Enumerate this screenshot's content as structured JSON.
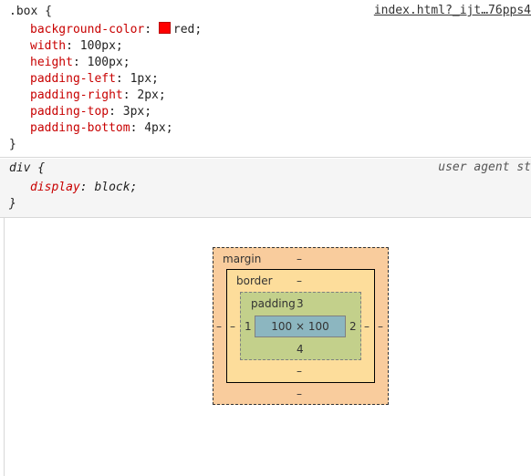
{
  "rule_box": {
    "selector": ".box {",
    "source": "index.html?_ijt…76pps4",
    "declarations": [
      {
        "prop": "background-color",
        "val": "red;",
        "swatch": "#ff0000"
      },
      {
        "prop": "width",
        "val": "100px;"
      },
      {
        "prop": "height",
        "val": "100px;"
      },
      {
        "prop": "padding-left",
        "val": "1px;"
      },
      {
        "prop": "padding-right",
        "val": "2px;"
      },
      {
        "prop": "padding-top",
        "val": "3px;"
      },
      {
        "prop": "padding-bottom",
        "val": "4px;"
      }
    ],
    "close": "}"
  },
  "rule_ua": {
    "selector": "div {",
    "source": "user agent st",
    "declarations": [
      {
        "prop": "display",
        "val": "block;"
      }
    ],
    "close": "}"
  },
  "box_model": {
    "margin_label": "margin",
    "margin_top": "–",
    "margin_bottom": "–",
    "margin_left": "–",
    "margin_right": "–",
    "border_label": "border",
    "border_top": "–",
    "border_bottom": "–",
    "border_left": "–",
    "border_right": "–",
    "padding_label": "padding",
    "padding_top": "3",
    "padding_bottom": "4",
    "padding_left": "1",
    "padding_right": "2",
    "content": "100 × 100"
  }
}
